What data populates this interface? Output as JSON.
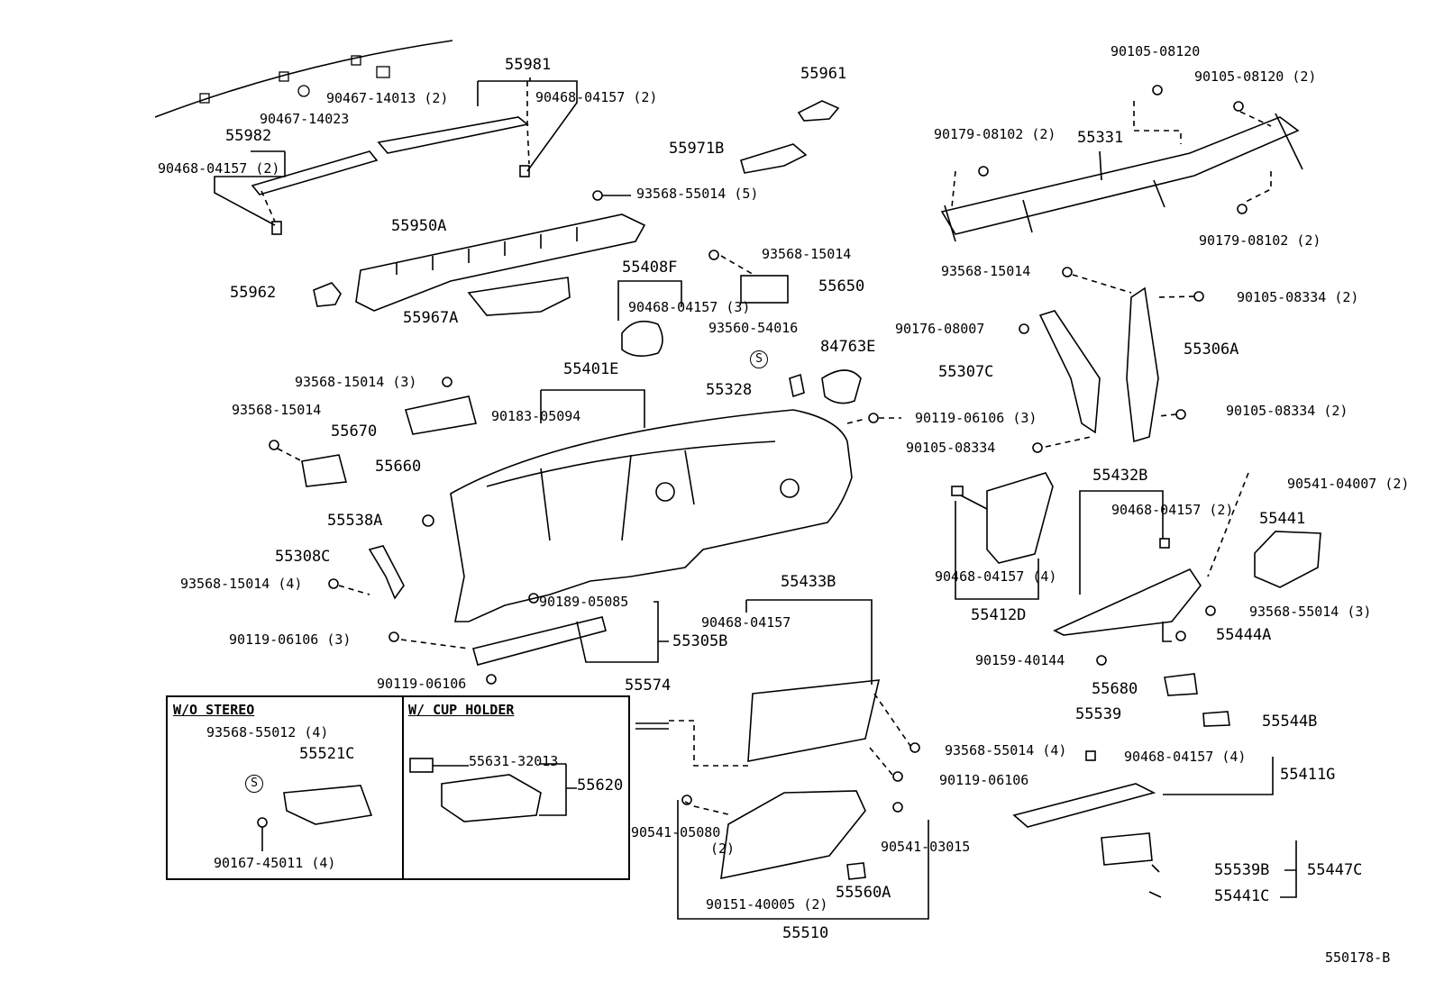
{
  "labels": {
    "p55981": "55981",
    "p90468_04157_2_top": "90468-04157 (2)",
    "p90467_14013": "90467-14013 (2)",
    "p90467_14023": "90467-14023",
    "p55982": "55982",
    "p90468_04157_2_left": "90468-04157 (2)",
    "p55961": "55961",
    "p55971B": "55971B",
    "p93568_55014_5": "93568-55014 (5)",
    "p55950A": "55950A",
    "p55962": "55962",
    "p55967A": "55967A",
    "p93568_15014_a": "93568-15014",
    "p55650": "55650",
    "p55408F": "55408F",
    "p90468_04157_3": "90468-04157 (3)",
    "p93560_54016": "93560-54016",
    "p84763E": "84763E",
    "p55328": "55328",
    "p55401E": "55401E",
    "p90183_05094": "90183-05094",
    "p93568_15014_3": "93568-15014 (3)",
    "p93568_15014_b": "93568-15014",
    "p55670": "55670",
    "p55660": "55660",
    "p55538A": "55538A",
    "p55308C": "55308C",
    "p93568_15014_4": "93568-15014 (4)",
    "p90189_05085": "90189-05085",
    "p90119_06106_3_left": "90119-06106 (3)",
    "p55305B": "55305B",
    "p90119_06106_b": "90119-06106",
    "p90105_08120": "90105-08120",
    "p90105_08120_2": "90105-08120 (2)",
    "p90179_08102_2_a": "90179-08102 (2)",
    "p55331": "55331",
    "p90179_08102_2_b": "90179-08102 (2)",
    "p93568_15014_c": "93568-15014",
    "p90105_08334_2_a": "90105-08334 (2)",
    "p90176_08007": "90176-08007",
    "p55306A": "55306A",
    "p55307C": "55307C",
    "p90119_06106_3_right": "90119-06106 (3)",
    "p90105_08334_2_b": "90105-08334 (2)",
    "p90105_08334": "90105-08334",
    "p55432B": "55432B",
    "p90541_04007_2": "90541-04007 (2)",
    "p90468_04157_2_mid": "90468-04157 (2)",
    "p55441": "55441",
    "p90468_04157_4_a": "90468-04157 (4)",
    "p55412D": "55412D",
    "p93568_55014_3": "93568-55014 (3)",
    "p55444A": "55444A",
    "p90159_40144": "90159-40144",
    "p55433B": "55433B",
    "p90468_04157": "90468-04157",
    "p55574": "55574",
    "p55680": "55680",
    "p55539": "55539",
    "p55544B": "55544B",
    "p93568_55014_4": "93568-55014 (4)",
    "p90119_06106_c": "90119-06106",
    "p90468_04157_4_b": "90468-04157 (4)",
    "p55411G": "55411G",
    "p90541_05080": "90541-05080",
    "p90541_05080_qty": "(2)",
    "p90541_03015": "90541-03015",
    "p90151_40005": "90151-40005 (2)",
    "p55560A": "55560A",
    "p55510": "55510",
    "p55539B": "55539B",
    "p55447C": "55447C",
    "p55441C": "55441C",
    "p93568_55012_4": "93568-55012 (4)",
    "p55521C": "55521C",
    "p90167_45011": "90167-45011 (4)",
    "p55631_32013": "55631-32013",
    "p55620": "55620"
  },
  "insets": {
    "wo_stereo": "W/O STEREO",
    "w_cup_holder": "W/ CUP HOLDER",
    "s_symbol": "S"
  },
  "drawing_id": "550178-B"
}
